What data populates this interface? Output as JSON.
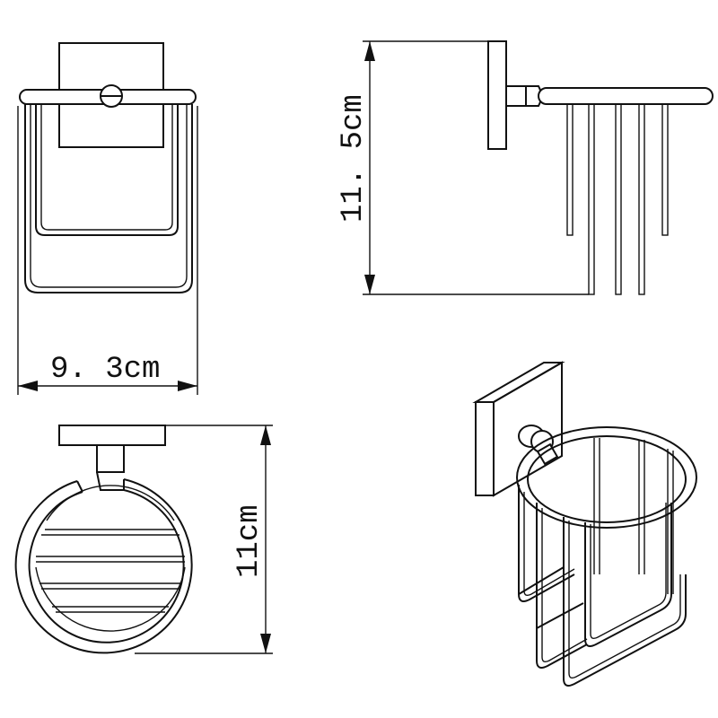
{
  "views": {
    "front": {
      "width_label": "9. 3cm"
    },
    "side": {
      "height_label": "11. 5cm"
    },
    "top": {
      "depth_label": "11cm"
    },
    "iso": {}
  }
}
